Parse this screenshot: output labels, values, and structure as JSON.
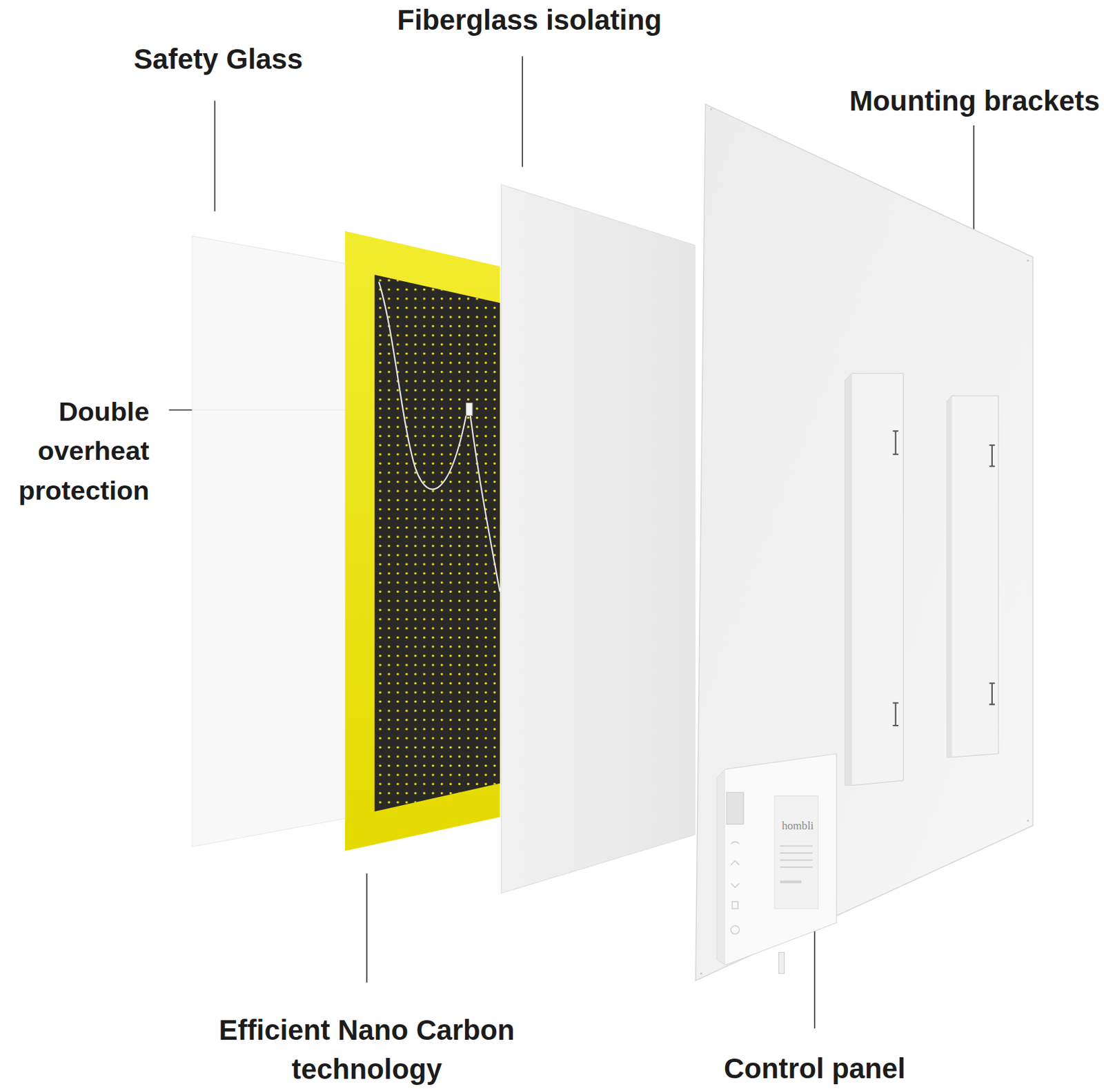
{
  "diagram": {
    "labels": [
      "Safety Glass",
      "Fiberglass isolating",
      "Mounting brackets",
      "Double overheat protection",
      "Efficient Nano Carbon technology",
      "Control panel",
      "hombli"
    ]
  }
}
